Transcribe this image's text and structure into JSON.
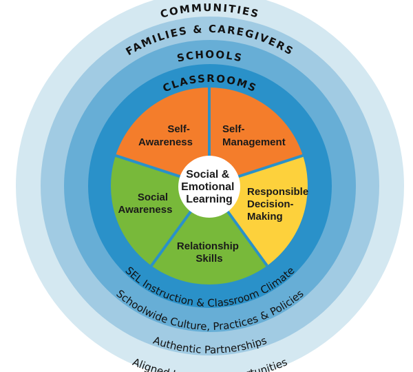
{
  "diagram": {
    "title": "Social & Emotional Learning framework",
    "center": {
      "lines": [
        "Social &",
        "Emotional",
        "Learning"
      ],
      "color": "#ffffff"
    },
    "rings": [
      {
        "name": "communities",
        "top_label": "COMMUNITIES",
        "bottom_label": "Aligned Learning Opportunities",
        "color": "#d4e8f1"
      },
      {
        "name": "families",
        "top_label": "FAMILIES & CAREGIVERS",
        "bottom_label": "Authentic Partnerships",
        "color": "#a1cbe3"
      },
      {
        "name": "schools",
        "top_label": "SCHOOLS",
        "bottom_label": "Schoolwide Culture, Practices & Policies",
        "color": "#67aed6"
      },
      {
        "name": "classrooms",
        "top_label": "CLASSROOMS",
        "bottom_label": "SEL Instruction & Classroom Climate",
        "color": "#2a91c9"
      }
    ],
    "competencies": [
      {
        "name": "self-management",
        "lines": [
          "Self-",
          "Management"
        ],
        "color": "#f47d2b"
      },
      {
        "name": "responsible-decision-making",
        "lines": [
          "Responsible",
          "Decision-",
          "Making"
        ],
        "color": "#fdd13c"
      },
      {
        "name": "relationship-skills",
        "lines": [
          "Relationship",
          "Skills"
        ],
        "color": "#78b93a"
      },
      {
        "name": "social-awareness",
        "lines": [
          "Social",
          "Awareness"
        ],
        "color": "#78b93a"
      },
      {
        "name": "self-awareness",
        "lines": [
          "Self-",
          "Awareness"
        ],
        "color": "#f47d2b"
      }
    ],
    "divider_color": "#2a91c9"
  }
}
